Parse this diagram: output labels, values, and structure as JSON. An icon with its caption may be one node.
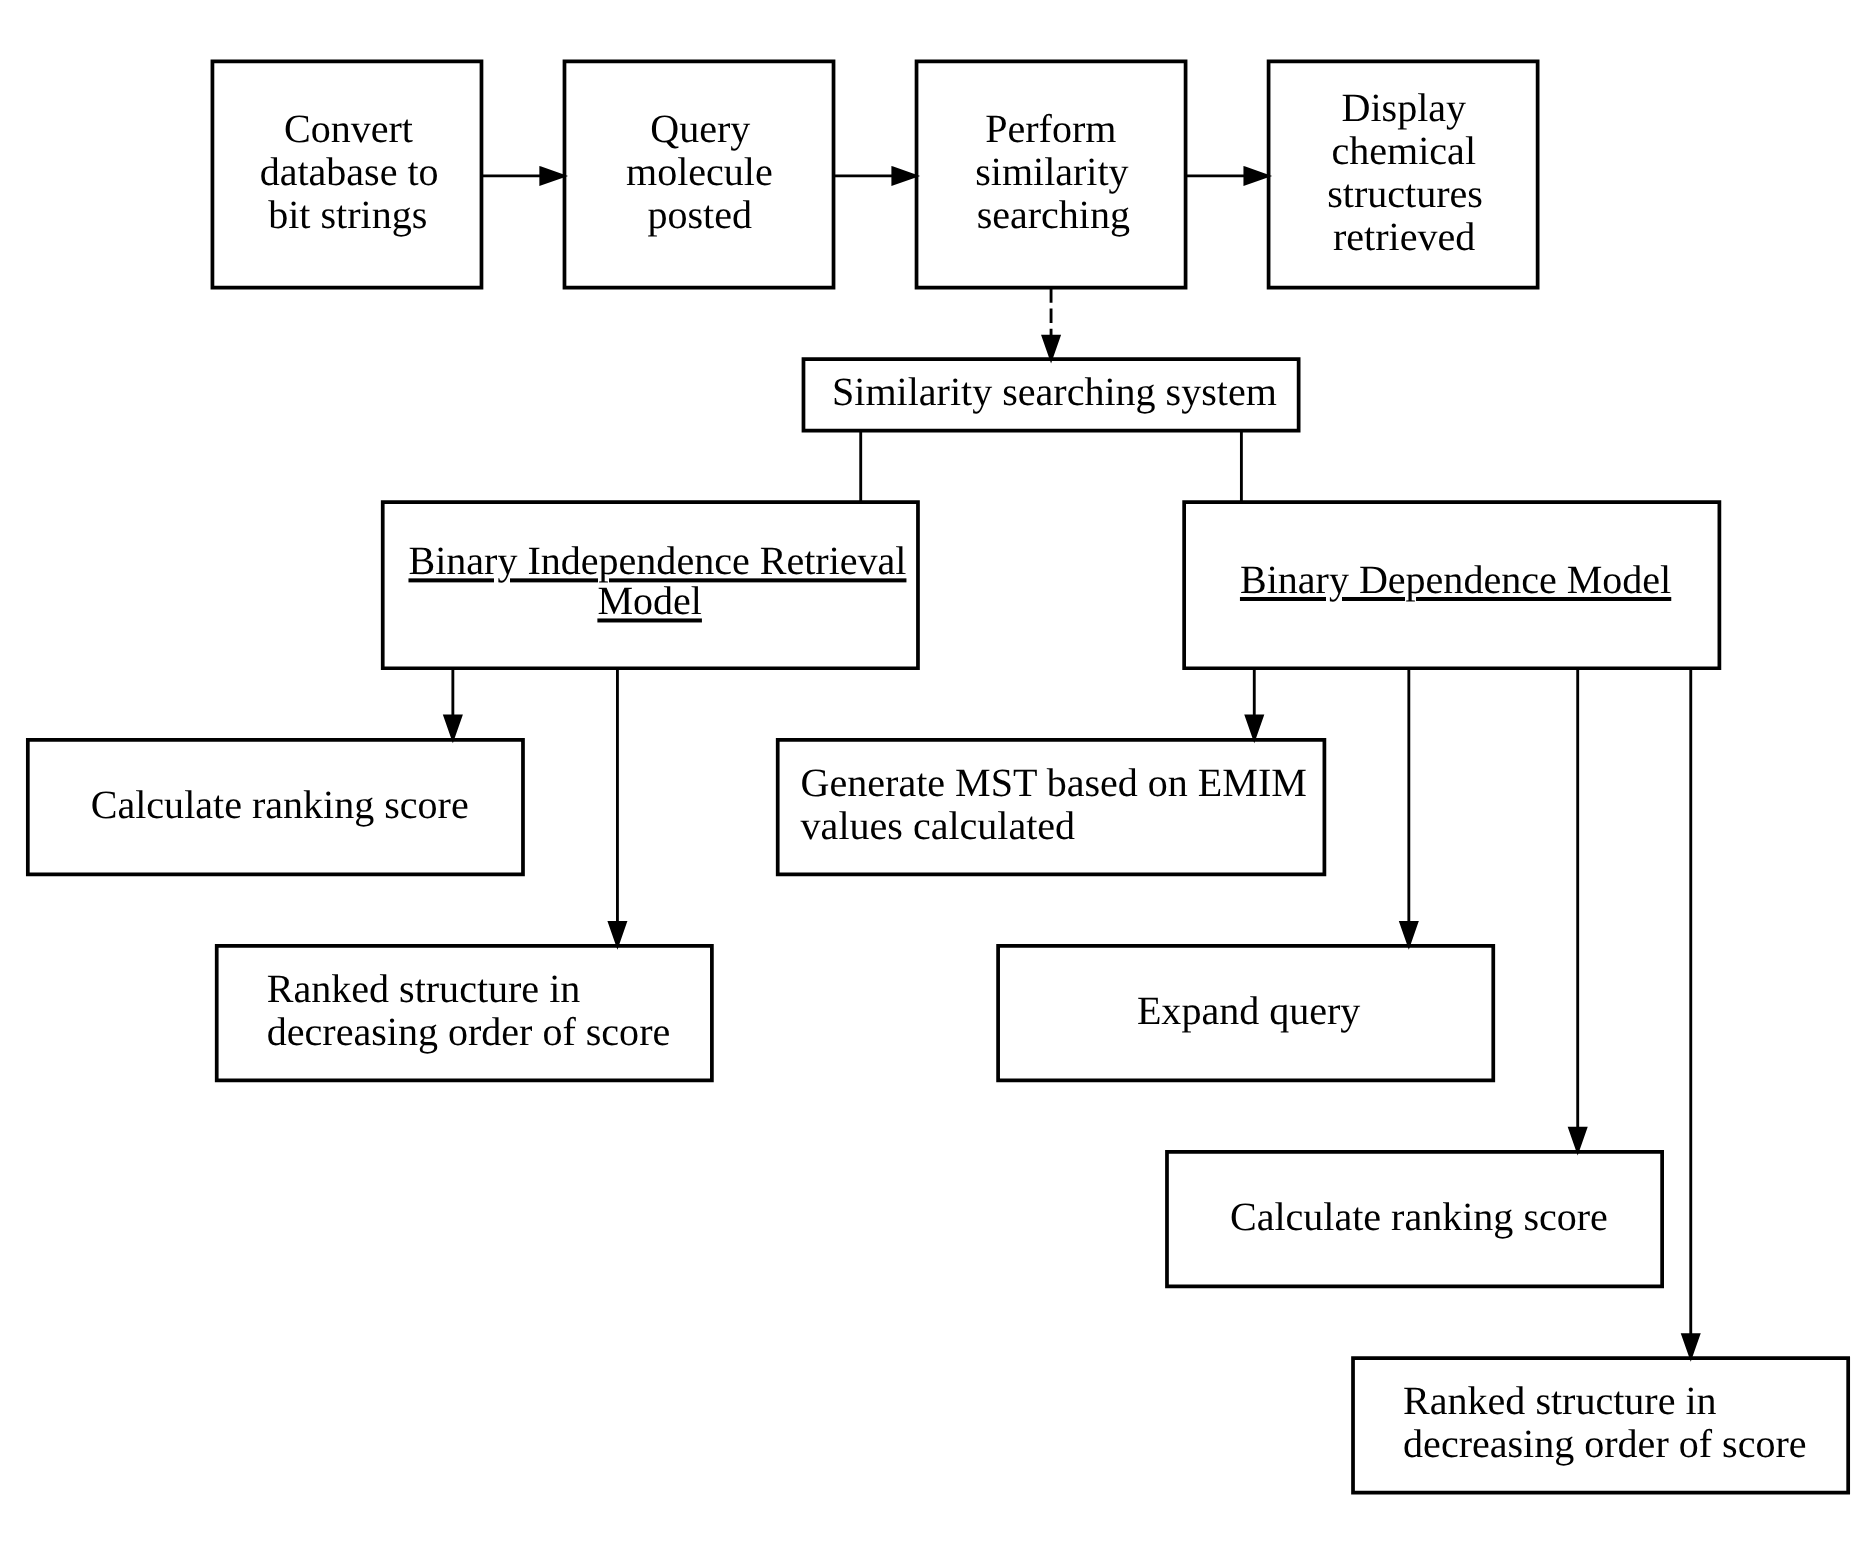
{
  "diagram": {
    "nodes": [
      {
        "text": [
          "Convert database to bit strings"
        ]
      },
      {
        "text": [
          "Query molecule posted"
        ]
      },
      {
        "text": [
          "Perform similarity searching"
        ]
      },
      {
        "text": [
          "Display chemical structures retrieved"
        ]
      },
      {
        "text": [
          "Similarity searching system"
        ]
      },
      {
        "text": [
          "Binary Independence Retrieval Model"
        ]
      },
      {
        "text": [
          "Binary Dependence Model"
        ]
      },
      {
        "text": [
          "Calculate ranking score"
        ]
      },
      {
        "text": [
          "Ranked structure in decreasing order of score"
        ]
      },
      {
        "text": [
          "Generate MST based on EMIM values calculated"
        ]
      },
      {
        "text": [
          "Expand query"
        ]
      },
      {
        "text": [
          "Calculate ranking score"
        ]
      },
      {
        "text": [
          "Ranked structure in decreasing order of score"
        ]
      }
    ],
    "edges": [
      {
        "from": 0,
        "to": 1,
        "arrow": "to"
      },
      {
        "from": 1,
        "to": 2,
        "arrow": "to"
      },
      {
        "from": 2,
        "to": 3,
        "arrow": "to"
      },
      {
        "from": 2,
        "to": 4,
        "arrow": "to",
        "style": "dashed"
      },
      {
        "from": 4,
        "to": 5,
        "arrow": "none"
      },
      {
        "from": 4,
        "to": 6,
        "arrow": "none"
      },
      {
        "from": 5,
        "to": 7,
        "arrow": "to"
      },
      {
        "from": 5,
        "to": 8,
        "arrow": "to"
      },
      {
        "from": 6,
        "to": 9,
        "arrow": "to"
      },
      {
        "from": 6,
        "to": 10,
        "arrow": "to"
      },
      {
        "from": 6,
        "to": 11,
        "arrow": "to"
      },
      {
        "from": 6,
        "to": 12,
        "arrow": "to"
      }
    ]
  }
}
